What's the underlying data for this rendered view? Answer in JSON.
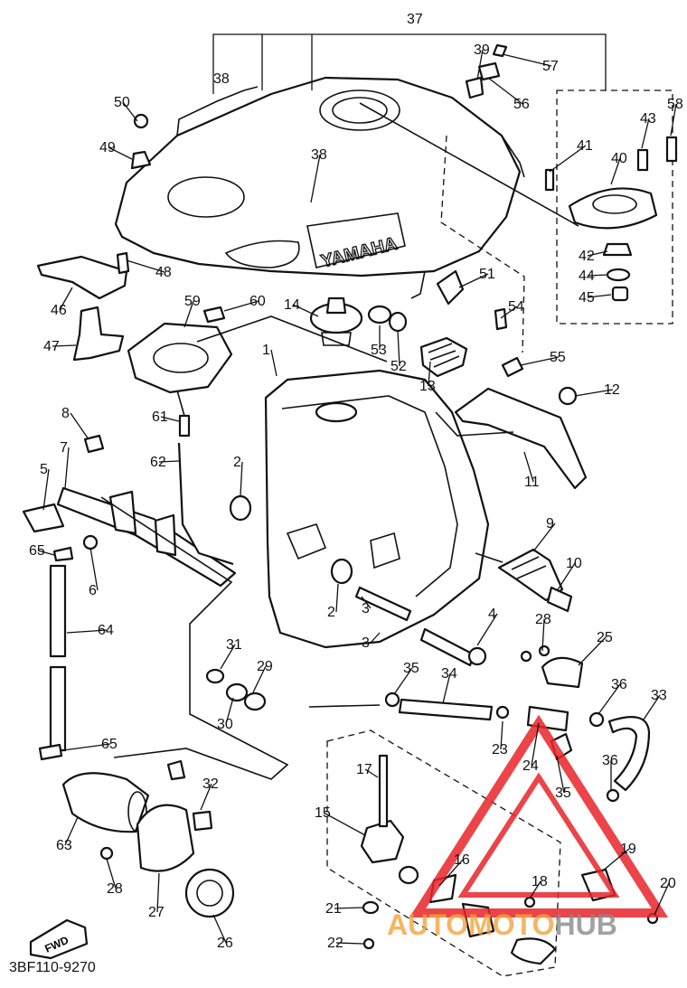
{
  "diagram": {
    "code": "3BF110-9270",
    "front_marker": "FWD",
    "brand_on_tank": "YAMAHA",
    "watermark": {
      "part1": "AUTO",
      "part2": "MOTO",
      "part3": "HUB"
    },
    "callouts": [
      "37",
      "38",
      "38",
      "39",
      "57",
      "56",
      "50",
      "49",
      "58",
      "43",
      "41",
      "40",
      "42",
      "44",
      "45",
      "46",
      "48",
      "47",
      "59",
      "60",
      "14",
      "53",
      "52",
      "51",
      "54",
      "55",
      "12",
      "13",
      "11",
      "1",
      "61",
      "62",
      "8",
      "7",
      "5",
      "2",
      "65",
      "6",
      "9",
      "10",
      "3",
      "2",
      "4",
      "3",
      "64",
      "31",
      "29",
      "30",
      "35",
      "34",
      "28",
      "25",
      "36",
      "33",
      "23",
      "36",
      "24",
      "35",
      "65",
      "63",
      "32",
      "17",
      "15",
      "16",
      "19",
      "28",
      "27",
      "26",
      "18",
      "20",
      "21",
      "22"
    ]
  },
  "colors": {
    "ink": "#111111",
    "watermark_red": "#e8242a",
    "watermark_orange": "#f3a33b",
    "watermark_gray": "#8a8a8a"
  }
}
